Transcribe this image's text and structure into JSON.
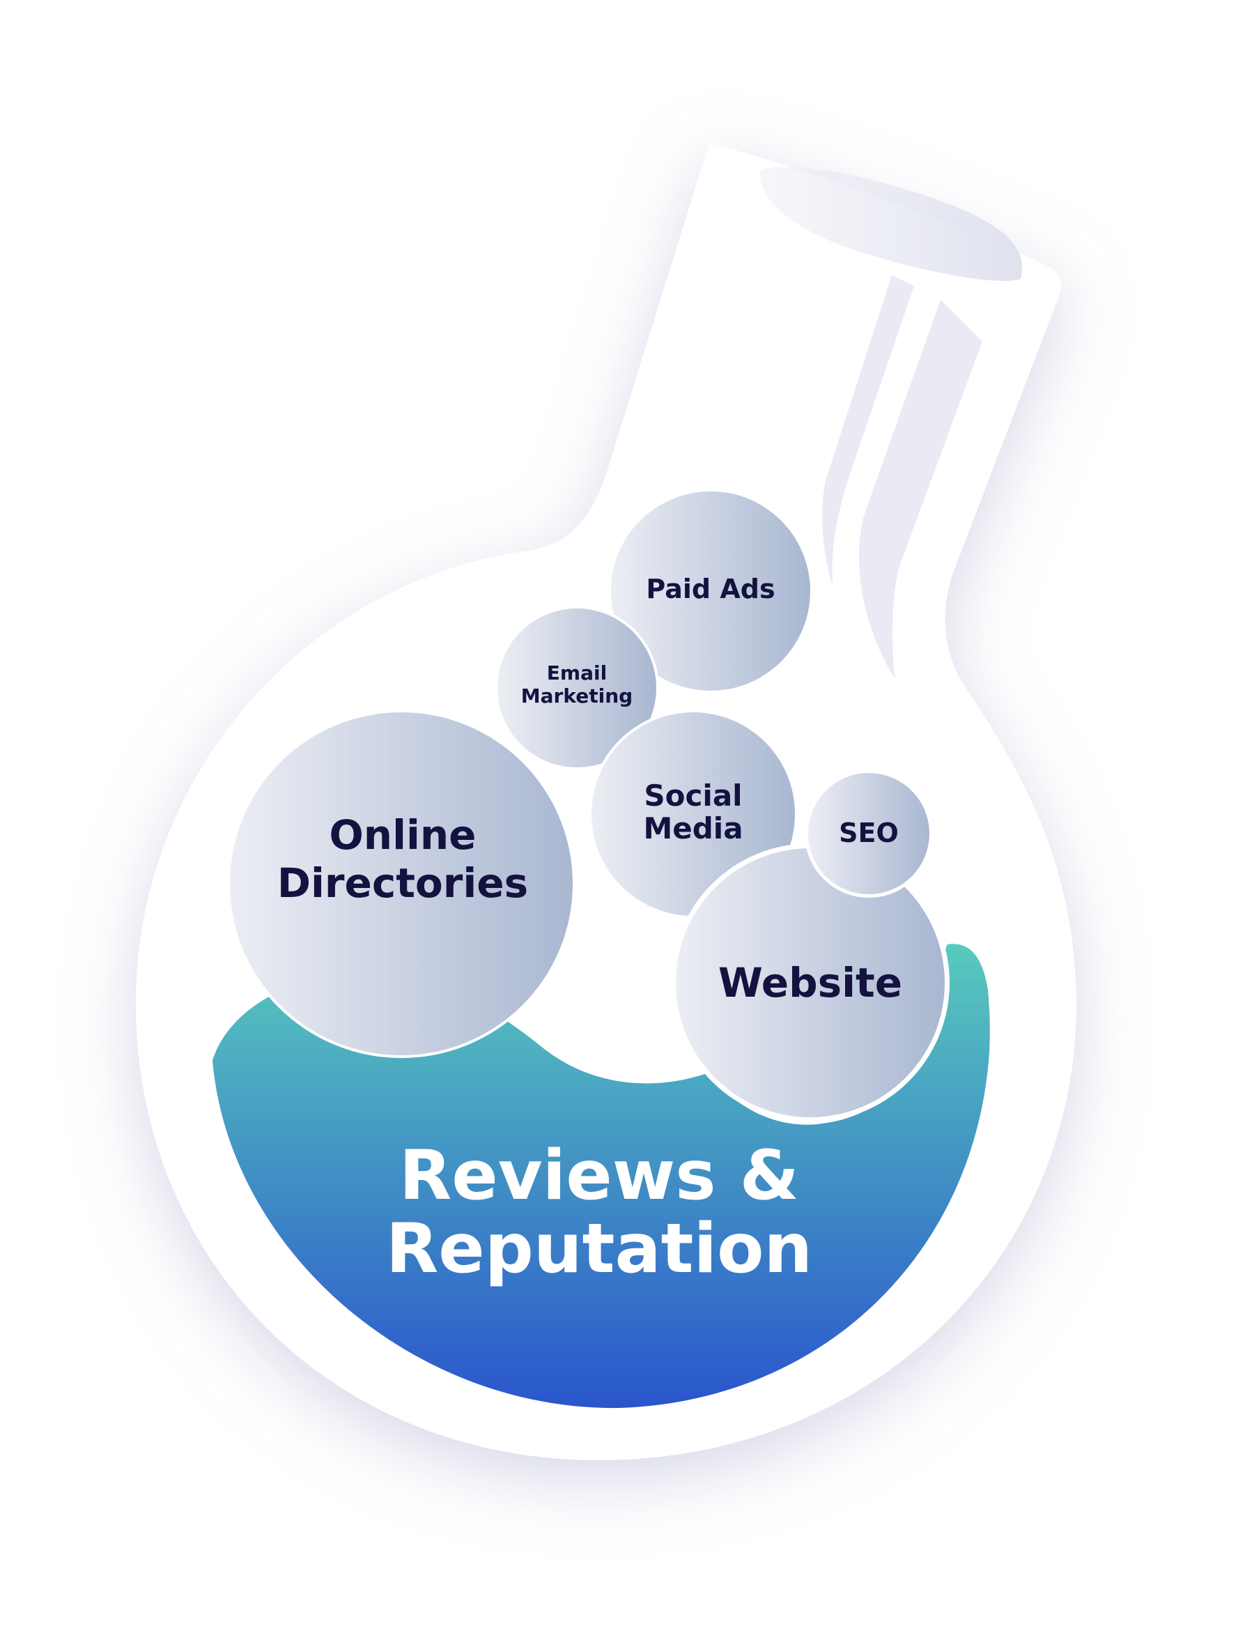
{
  "colors": {
    "flask_body": "#ffffff",
    "flask_shadow": "#c9cbe0",
    "neck_highlight": "#e9eaf3",
    "bubble_light": "#eceef4",
    "bubble_dark": "#a9b7d1",
    "bubble_text": "#14123f",
    "liquid_top": "#58cabd",
    "liquid_bottom": "#2a55cc",
    "liquid_text": "#ffffff"
  },
  "liquid": {
    "line1": "Reviews &",
    "line2": "Reputation"
  },
  "bubbles": {
    "paid_ads": {
      "line1": "Paid Ads"
    },
    "email_marketing": {
      "line1": "Email",
      "line2": "Marketing"
    },
    "online_directories": {
      "line1": "Online",
      "line2": "Directories"
    },
    "social_media": {
      "line1": "Social",
      "line2": "Media"
    },
    "seo": {
      "line1": "SEO"
    },
    "website": {
      "line1": "Website"
    }
  }
}
